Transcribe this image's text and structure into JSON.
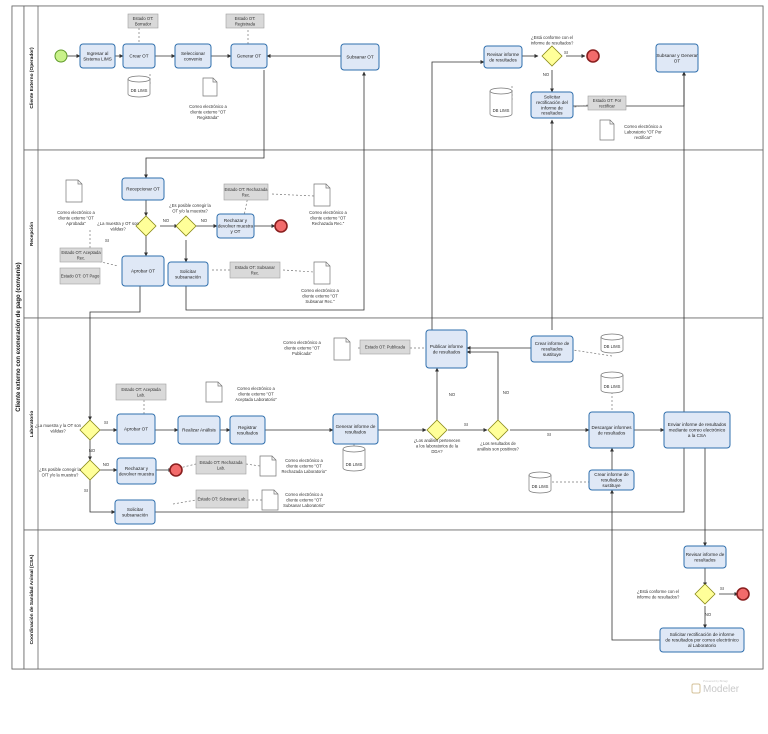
{
  "pool": {
    "title": "Cliente externo con exoneración de pago (convenio)"
  },
  "lanes": [
    {
      "id": "operador",
      "label": "Cliente Externo (Operador)"
    },
    {
      "id": "recepcion",
      "label": "Recepción"
    },
    {
      "id": "laboratorio",
      "label": "Laboratorio"
    },
    {
      "id": "csa",
      "label": "Coordinación de Sanidad Animal (CSA)"
    }
  ],
  "tasks": {
    "ingresar": "Ingresar al Sistema LIMS",
    "crear_ot": "Crear OT",
    "seleccionar": "Seleccionar convenio",
    "generar_ot": "Generar OT",
    "subsanar_ot": "Subsanar OT",
    "revisar_op": "Revisar informe de resultados",
    "solicitar_rect": "Solicitar rectificación del informe de resultados",
    "subsanar_generar": "Subsanar y Generar OT",
    "recepcionar": "Recepcionar OT",
    "rechazar_rec": "Rechazar y devolver muestra y OT",
    "aprobar_rec": "Aprobar OT",
    "solicitar_sub_rec": "Solicitar subsanación",
    "aprobar_lab": "Aprobar OT",
    "realizar": "Realizar Análisis",
    "registrar": "Registrar resultados",
    "generar_inf": "Generar informe de resultados",
    "publicar": "Publicar informe de resultados",
    "crear_inf_top": "Crear informe de resultados sustituye",
    "descargar": "Descargar informes de resultados",
    "enviar": "Enviar informe de resultados mediante correo electrónico a la CSA",
    "crear_inf_bot": "Crear informe de resultados sustituye",
    "rechazar_lab": "Rechazar y devolver muestra",
    "solicitar_sub_lab": "Solicitar subsanación",
    "revisar_csa": "Revisar informe de resultados",
    "solicitar_csa": "Solicitar rectificación de informe de resultados por correo electrónico al Laboratorio"
  },
  "states": {
    "borrador": "Estado OT: Borrador",
    "registrada": "Estado OT: Registrada",
    "por_rectificar": "Estado OT: Por rectificar",
    "rechazada_rec": "Estado OT: Rechazada Rec.",
    "aceptada_rec": "Estado OT: Aceptada Rec.",
    "pago": "Estado OT: OT Pago",
    "subsanar_rec": "Estado OT: Subsanar Rec.",
    "publicada": "Estado OT: Publicada",
    "aceptada_lab": "Estado OT: Aceptada Lab.",
    "rechazada_lab": "Estado OT: Rechazada Lab.",
    "subsanar_lab": "Estado OT: Subsanar Lab."
  },
  "docs": {
    "registrada": "Correo electrónico a cliente externo \"OT Registrada\"",
    "por_rectificar": "Correo electrónico a Laboratorio \"OT Por rectificar\"",
    "aprobada": "Correo electrónico a cliente externo \"OT Aprobada\"",
    "rechazada_rec": "Correo electrónico a cliente externo \"OT Rechazada Rec.\"",
    "subsanar_rec": "Correo electrónico a cliente externo \"OT Subsanar Rec.\"",
    "publicada": "Correo electrónico a cliente externo \"OT Publicada\"",
    "aceptada_lab": "Correo electrónico a cliente externo \"OT Aceptada Laboratorio\"",
    "rechazada_lab": "Correo electrónico a cliente externo \"OT Rechazada Laboratorio\"",
    "subsanar_lab": "Correo electrónico a cliente externo \"OT Subsanar Laboratorio\""
  },
  "db_label": "DB LIMS",
  "gateways": {
    "conforme_op": "¿Está conforme con el informe de resultados?",
    "posible_rec": "¿Es posible corregir la OT y/o la muestra?",
    "validas_rec": "¿La muestra y OT son válidas?",
    "validas_lab": "¿La muestra y la OT son válidas?",
    "posible_lab": "¿Es posible corregir la O/T y/o la muestra?",
    "pertenecen": "¿Los análisis pertenecen a los laboratorios de la DDA?",
    "positivos": "¿Los resultados de análisis son positivos?",
    "conforme_csa": "¿Está conforme con el informe de resultados?"
  },
  "flow_labels": {
    "si": "SI",
    "no": "NO"
  },
  "watermark": {
    "small": "Powered by Bizagi",
    "large": "Modeler"
  }
}
